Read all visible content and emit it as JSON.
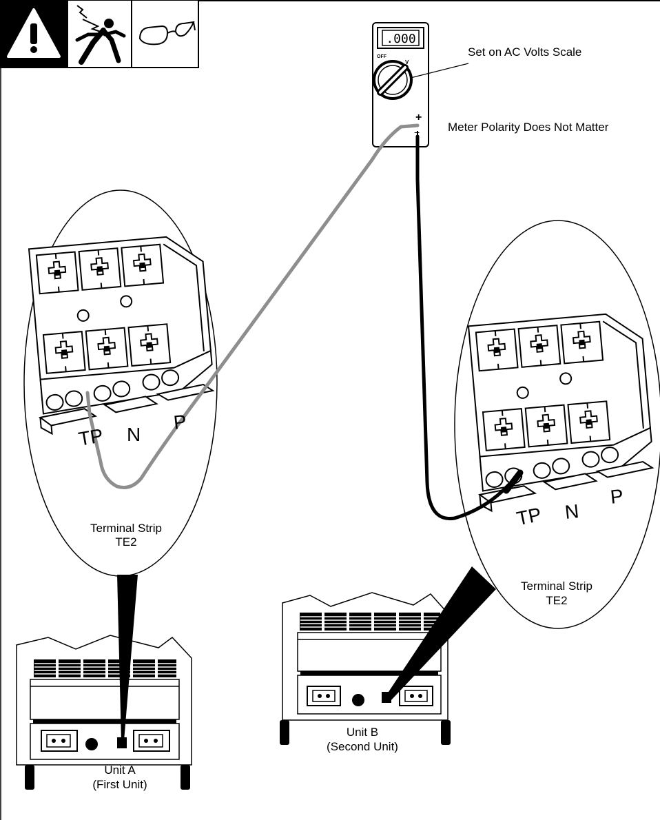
{
  "meter": {
    "display": ".000",
    "off_label": "OFF",
    "v_label": "V",
    "plus": "+",
    "minus": "−",
    "scale_note": "Set on AC Volts Scale",
    "polarity_note": "Meter Polarity Does Not Matter"
  },
  "strip_a": {
    "title": "Terminal Strip",
    "id": "TE2",
    "tp": "TP",
    "n": "N",
    "p": "P"
  },
  "strip_b": {
    "title": "Terminal Strip",
    "id": "TE2",
    "tp": "TP",
    "n": "N",
    "p": "P"
  },
  "unit_a": {
    "name": "Unit A",
    "sub": "(First Unit)"
  },
  "unit_b": {
    "name": "Unit B",
    "sub": "(Second Unit)"
  },
  "warning_icons": [
    "warning-triangle-icon",
    "electric-shock-icon",
    "safety-glasses-icon"
  ],
  "colors": {
    "lead_gray": "#8e8e8e",
    "lead_black": "#000000",
    "ink": "#000000"
  }
}
